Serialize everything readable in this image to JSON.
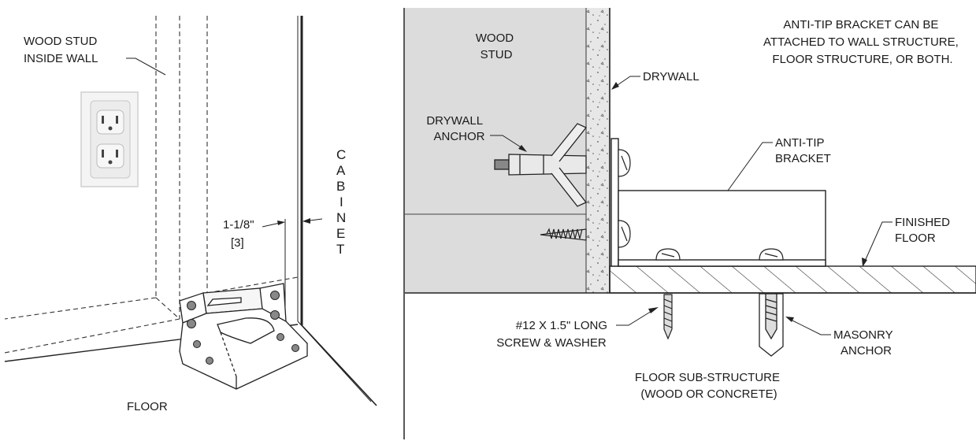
{
  "left_view": {
    "wood_stud_label": [
      "WOOD STUD",
      "INSIDE WALL"
    ],
    "dimension_label": "1-1/8\"",
    "dimension_metric": "[3]",
    "cabinet_label": [
      "C",
      "A",
      "B",
      "I",
      "N",
      "E",
      "T"
    ],
    "floor_label": "FLOOR"
  },
  "right_view": {
    "note": [
      "ANTI-TIP BRACKET CAN BE",
      "ATTACHED TO WALL STRUCTURE,",
      "FLOOR STRUCTURE, OR BOTH."
    ],
    "wood_stud_label": [
      "WOOD",
      "STUD"
    ],
    "drywall_label": "DRYWALL",
    "drywall_anchor_label": [
      "DRYWALL",
      "ANCHOR"
    ],
    "anti_tip_label": [
      "ANTI-TIP",
      "BRACKET"
    ],
    "finished_floor_label": [
      "FINISHED",
      "FLOOR"
    ],
    "screw_label": [
      "#12 X 1.5\" LONG",
      "SCREW & WASHER"
    ],
    "masonry_label": [
      "MASONRY",
      "ANCHOR"
    ],
    "substructure_label": [
      "FLOOR SUB-STRUCTURE",
      "(WOOD OR CONCRETE)"
    ]
  }
}
